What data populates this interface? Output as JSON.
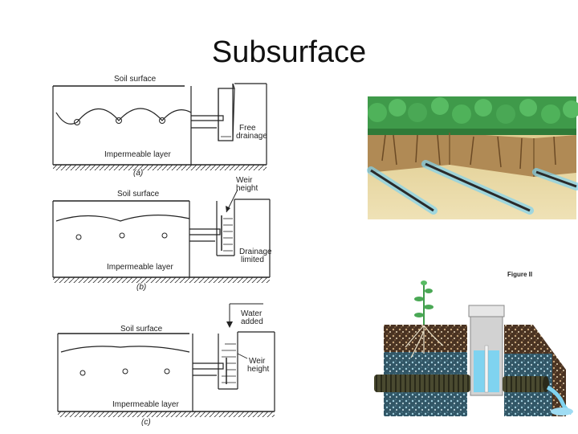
{
  "title": "Subsurface",
  "panel_a": {
    "soil_surface": "Soil surface",
    "impermeable": "Impermeable layer",
    "outlet_label_1": "Free",
    "outlet_label_2": "drainage",
    "caption": "(a)"
  },
  "panel_b": {
    "soil_surface": "Soil surface",
    "impermeable": "Impermeable layer",
    "weir_label_1": "Weir",
    "weir_label_2": "height",
    "drain_label_1": "Drainage",
    "drain_label_2": "limited",
    "caption": "(b)"
  },
  "panel_c": {
    "soil_surface": "Soil surface",
    "impermeable": "Impermeable layer",
    "water_label_1": "Water",
    "water_label_2": "added",
    "weir_label_1": "Weir",
    "weir_label_2": "height",
    "caption": "(c)"
  },
  "figure_label": "Figure II",
  "colors": {
    "crop_green": "#3f9a4a",
    "soil_tan": "#d8c489",
    "soil_brown": "#8a5a2e",
    "water_blue": "#7fd3f0",
    "pipe_dark": "#3c3c28"
  }
}
